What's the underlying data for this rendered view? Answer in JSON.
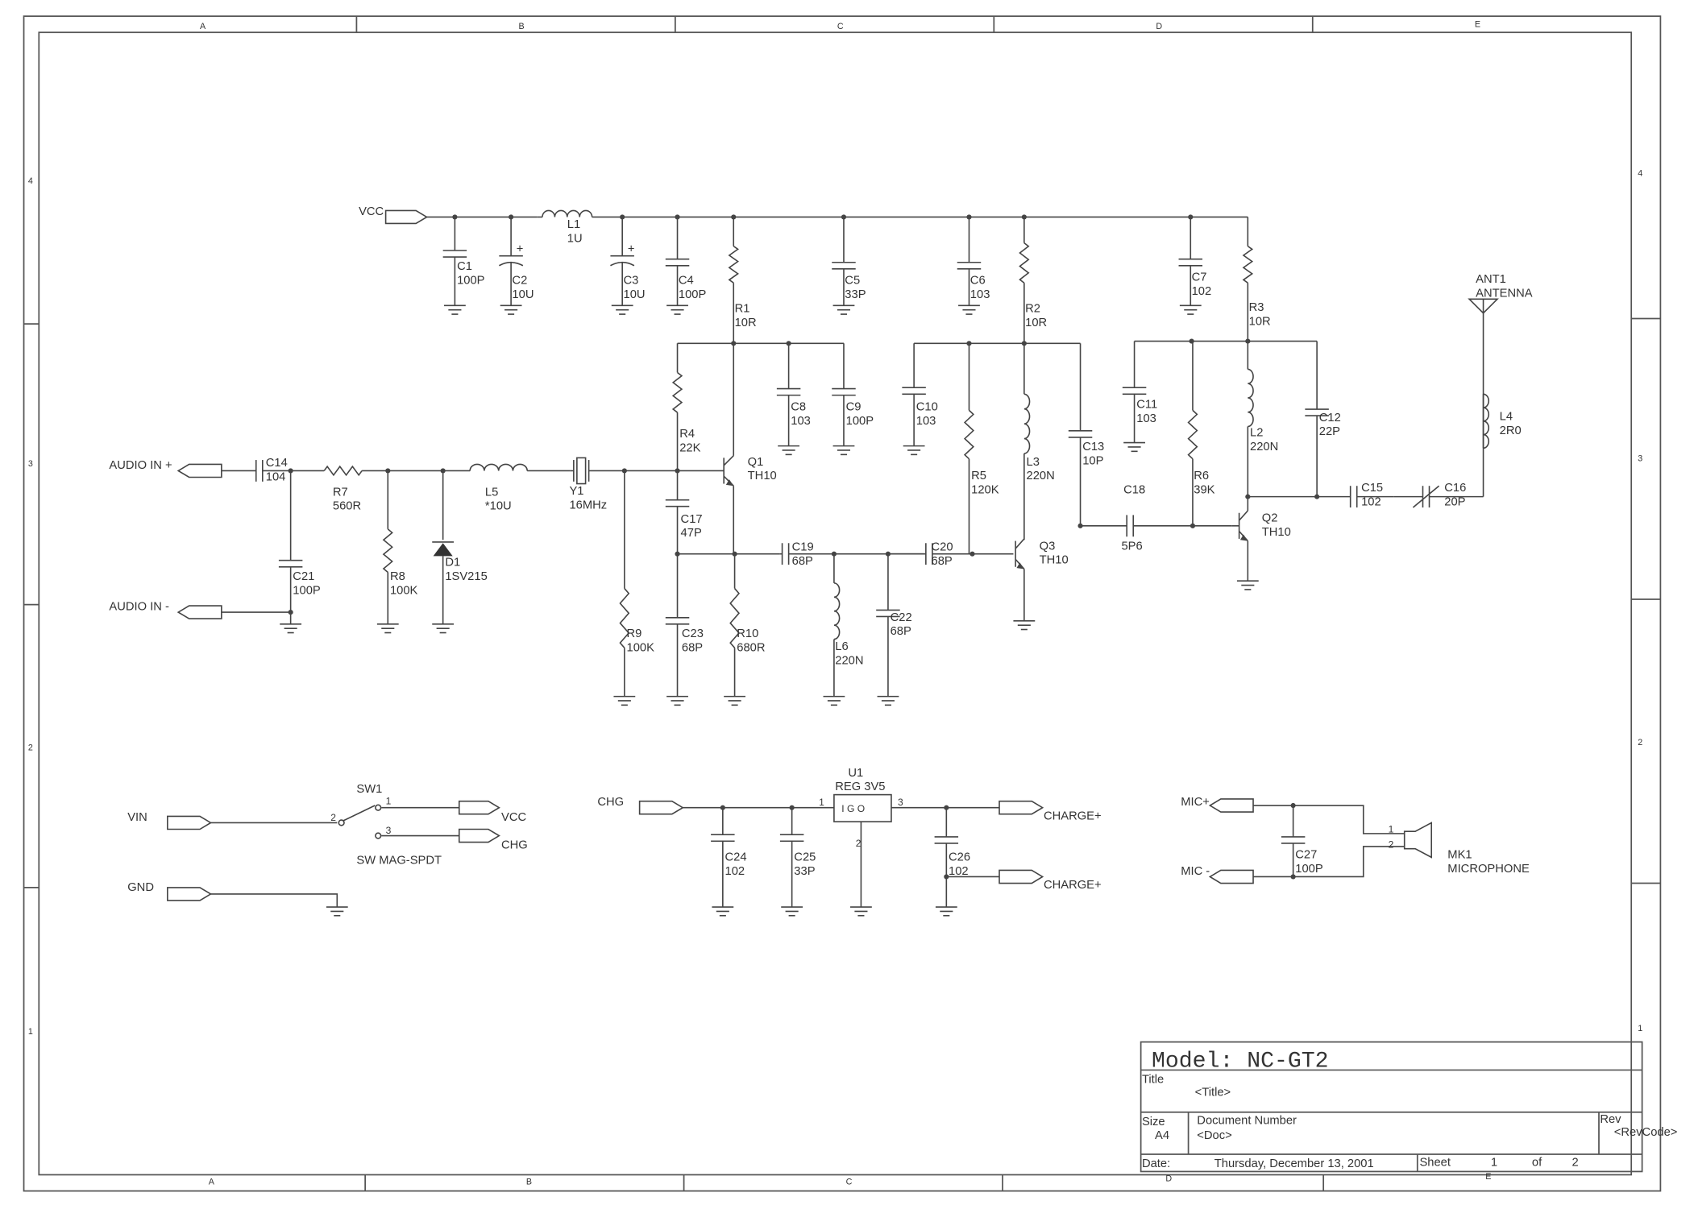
{
  "frame": {
    "columns": [
      "A",
      "B",
      "C",
      "D",
      "E"
    ],
    "rows": [
      "4",
      "3",
      "2",
      "1"
    ]
  },
  "components": {
    "C1": {
      "ref": "C1",
      "value": "100P"
    },
    "C2": {
      "ref": "C2",
      "value": "10U"
    },
    "C3": {
      "ref": "C3",
      "value": "10U"
    },
    "C4": {
      "ref": "C4",
      "value": "100P"
    },
    "C5": {
      "ref": "C5",
      "value": "33P"
    },
    "C6": {
      "ref": "C6",
      "value": "103"
    },
    "C7": {
      "ref": "C7",
      "value": "102"
    },
    "C8": {
      "ref": "C8",
      "value": "103"
    },
    "C9": {
      "ref": "C9",
      "value": "100P"
    },
    "C10": {
      "ref": "C10",
      "value": "103"
    },
    "C11": {
      "ref": "C11",
      "value": "103"
    },
    "C12": {
      "ref": "C12",
      "value": "22P"
    },
    "C13": {
      "ref": "C13",
      "value": "10P"
    },
    "C14": {
      "ref": "C14",
      "value": "104"
    },
    "C15": {
      "ref": "C15",
      "value": "102"
    },
    "C16": {
      "ref": "C16",
      "value": "20P"
    },
    "C17": {
      "ref": "C17",
      "value": "47P"
    },
    "C18": {
      "ref": "C18",
      "value": "5P6"
    },
    "C19": {
      "ref": "C19",
      "value": "68P"
    },
    "C20": {
      "ref": "C20",
      "value": "68P"
    },
    "C21": {
      "ref": "C21",
      "value": "100P"
    },
    "C22": {
      "ref": "C22",
      "value": "68P"
    },
    "C23": {
      "ref": "C23",
      "value": "68P"
    },
    "C24": {
      "ref": "C24",
      "value": "102"
    },
    "C25": {
      "ref": "C25",
      "value": "33P"
    },
    "C26": {
      "ref": "C26",
      "value": "102"
    },
    "C27": {
      "ref": "C27",
      "value": "100P"
    },
    "R1": {
      "ref": "R1",
      "value": "10R"
    },
    "R2": {
      "ref": "R2",
      "value": "10R"
    },
    "R3": {
      "ref": "R3",
      "value": "10R"
    },
    "R4": {
      "ref": "R4",
      "value": "22K"
    },
    "R5": {
      "ref": "R5",
      "value": "120K"
    },
    "R6": {
      "ref": "R6",
      "value": "39K"
    },
    "R7": {
      "ref": "R7",
      "value": "560R"
    },
    "R8": {
      "ref": "R8",
      "value": "100K"
    },
    "R9": {
      "ref": "R9",
      "value": "100K"
    },
    "R10": {
      "ref": "R10",
      "value": "680R"
    },
    "L1": {
      "ref": "L1",
      "value": "1U"
    },
    "L2": {
      "ref": "L2",
      "value": "220N"
    },
    "L3": {
      "ref": "L3",
      "value": "220N"
    },
    "L4": {
      "ref": "L4",
      "value": "2R0"
    },
    "L5": {
      "ref": "L5",
      "value": "*10U"
    },
    "L6": {
      "ref": "L6",
      "value": "220N"
    },
    "Q1": {
      "ref": "Q1",
      "value": "TH10"
    },
    "Q2": {
      "ref": "Q2",
      "value": "TH10"
    },
    "Q3": {
      "ref": "Q3",
      "value": "TH10"
    },
    "Y1": {
      "ref": "Y1",
      "value": "16MHz"
    },
    "D1": {
      "ref": "D1",
      "value": "1SV215"
    },
    "ANT1": {
      "ref": "ANT1",
      "value": "ANTENNA"
    },
    "SW1": {
      "ref": "SW1",
      "value": "SW MAG-SPDT"
    },
    "U1": {
      "ref": "U1",
      "value": "REG 3V5"
    },
    "MK1": {
      "ref": "MK1",
      "value": "MICROPHONE"
    }
  },
  "u1_body": "I  G  O",
  "pins": {
    "one": "1",
    "two": "2",
    "three": "3"
  },
  "ports": {
    "vcc": "VCC",
    "audio_in_pos": "AUDIO IN +",
    "audio_in_neg": "AUDIO IN -",
    "vin": "VIN",
    "gnd": "GND",
    "sw_vcc": "VCC",
    "sw_chg": "CHG",
    "chg": "CHG",
    "charge1": "CHARGE+",
    "charge2": "CHARGE+",
    "mic_pos": "MIC+",
    "mic_neg": "MIC -"
  },
  "title_block": {
    "model": "Model: NC-GT2",
    "title_label": "Title",
    "title_value": "<Title>",
    "size_label": "Size",
    "size_value": "A4",
    "doc_label": "Document Number",
    "doc_value": "<Doc>",
    "rev_label": "Rev",
    "rev_value": "<RevCode>",
    "date_label": "Date:",
    "date_value": "Thursday, December 13, 2001",
    "sheet_label": "Sheet",
    "sheet_value": "1",
    "of_label": "of",
    "sheet_total": "2"
  }
}
